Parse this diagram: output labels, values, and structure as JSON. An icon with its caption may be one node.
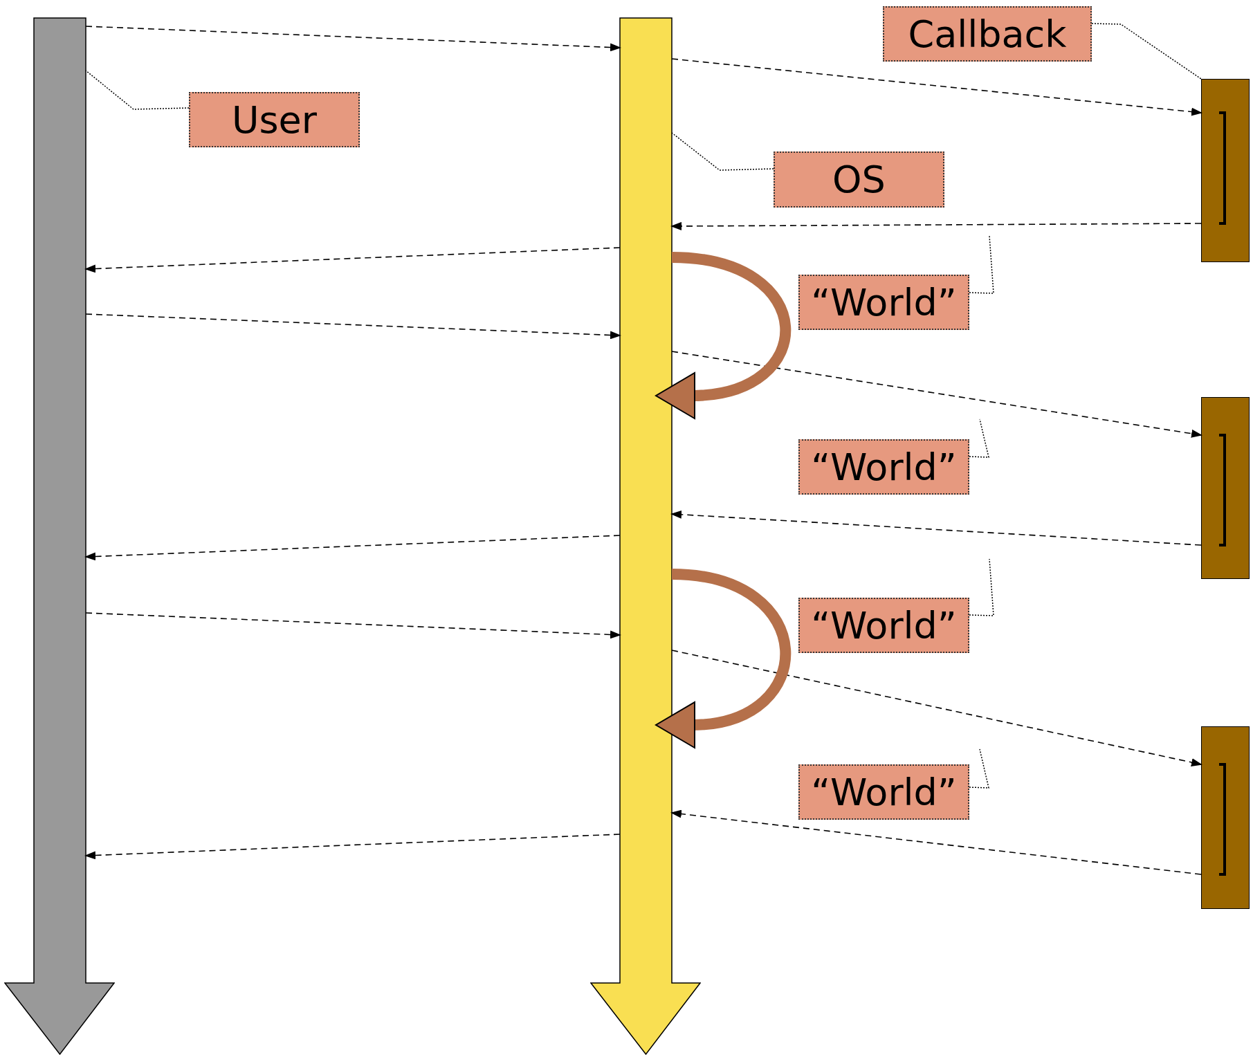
{
  "diagram": {
    "nodes": [
      {
        "text": [],
        "shape": "arrow"
      },
      {
        "text": [
          "User"
        ]
      },
      {
        "text": [],
        "shape": "arrow"
      },
      {
        "text": [
          "OS"
        ]
      },
      {
        "text": [
          "Callback"
        ]
      },
      {
        "text": [],
        "shape": "box"
      },
      {
        "text": [
          "“World”"
        ]
      },
      {
        "text": [
          "“World”"
        ]
      },
      {
        "text": [],
        "shape": "box"
      },
      {
        "text": [
          "“World”"
        ]
      },
      {
        "text": [
          "“World”"
        ]
      },
      {
        "text": [],
        "shape": "box"
      }
    ],
    "edges": [
      {
        "from": 0,
        "to": 2,
        "arrow": "to",
        "style": "dashed"
      },
      {
        "from": 2,
        "to": 5,
        "arrow": "to",
        "style": "dashed"
      },
      {
        "from": 5,
        "to": 2,
        "arrow": "to",
        "style": "dashed"
      },
      {
        "from": 2,
        "to": 0,
        "arrow": "to",
        "style": "dashed"
      },
      {
        "from": 0,
        "to": 2,
        "arrow": "to",
        "style": "dashed"
      },
      {
        "from": 2,
        "to": 8,
        "arrow": "to",
        "style": "dashed"
      },
      {
        "from": 8,
        "to": 2,
        "arrow": "to",
        "style": "dashed"
      },
      {
        "from": 2,
        "to": 0,
        "arrow": "to",
        "style": "dashed"
      },
      {
        "from": 0,
        "to": 2,
        "arrow": "to",
        "style": "dashed"
      },
      {
        "from": 2,
        "to": 11,
        "arrow": "to",
        "style": "dashed"
      },
      {
        "from": 11,
        "to": 2,
        "arrow": "to",
        "style": "dashed"
      },
      {
        "from": 2,
        "to": 0,
        "arrow": "to",
        "style": "dashed"
      },
      {
        "from": 2,
        "to": 2,
        "arrow": "to",
        "style": "thick",
        "color": "#b5704a"
      },
      {
        "from": 2,
        "to": 2,
        "arrow": "to",
        "style": "thick",
        "color": "#b5704a"
      },
      {
        "from": 1,
        "to": 0,
        "arrow": "none",
        "style": "dashed"
      },
      {
        "from": 3,
        "to": 2,
        "arrow": "none",
        "style": "dashed"
      },
      {
        "from": 4,
        "to": 5,
        "arrow": "none",
        "style": "dashed"
      },
      {
        "from": 6,
        "to": null,
        "arrow": "none",
        "style": "dashed"
      },
      {
        "from": 7,
        "to": null,
        "arrow": "none",
        "style": "dashed"
      },
      {
        "from": 9,
        "to": null,
        "arrow": "none",
        "style": "dashed"
      },
      {
        "from": 10,
        "to": null,
        "arrow": "none",
        "style": "dashed"
      }
    ]
  }
}
